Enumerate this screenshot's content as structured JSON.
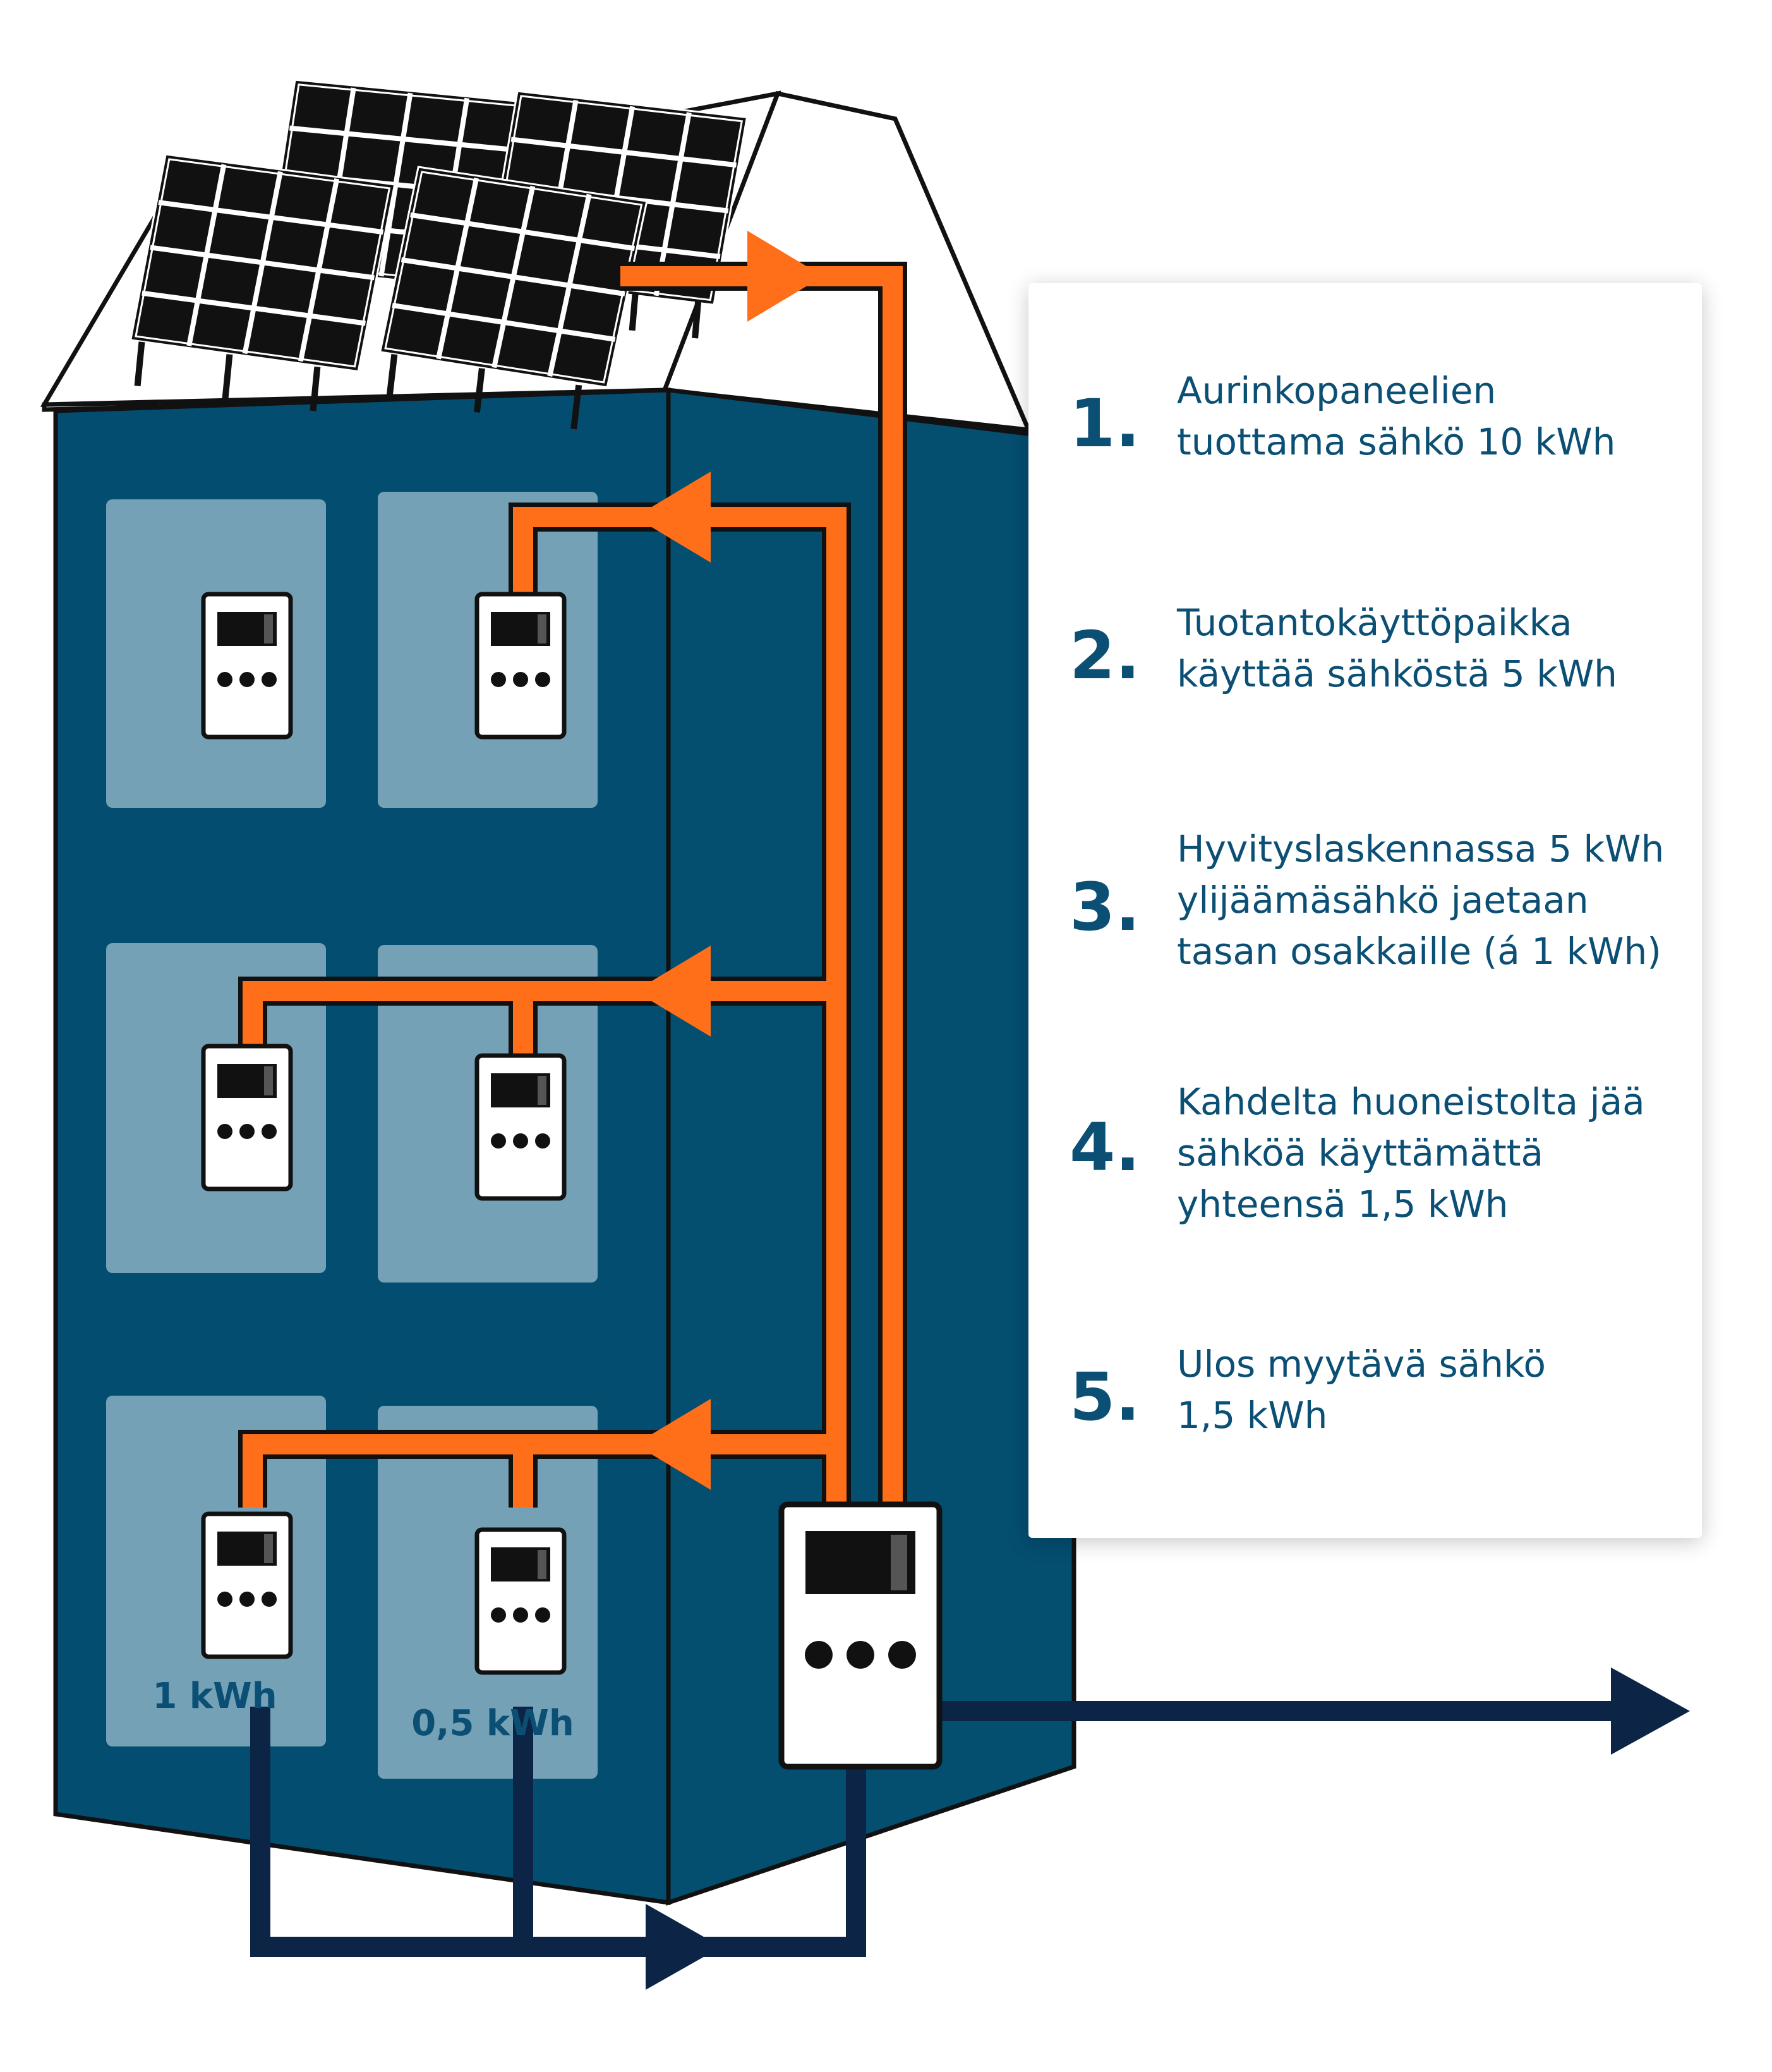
{
  "legend": {
    "steps": [
      {
        "number": "1.",
        "text": "Aurinkopaneelien\ntuottama sähkö 10 kWh"
      },
      {
        "number": "2.",
        "text": "Tuotantokäyttöpaikka\nkäyttää sähköstä 5 kWh"
      },
      {
        "number": "3.",
        "text": "Hyvityslaskennassa 5 kWh\nylijäämäsähkö jaetaan\ntasan osakkaille (á 1 kWh)"
      },
      {
        "number": "4.",
        "text": "Kahdelta huoneistolta jää\nsähköä käyttämättä\nyhteensä 1,5 kWh"
      },
      {
        "number": "5.",
        "text": "Ulos myytävä sähkö\n1,5 kWh"
      }
    ]
  },
  "building": {
    "meter_labels": {
      "left": "1 kWh",
      "right": "0,5 kWh"
    }
  },
  "colors": {
    "building_front": "#034e70",
    "building_side": "#044e70",
    "window": "#75a1b6",
    "solar_flow": "#ff6f1a",
    "grid_flow": "#0c2446",
    "roof": "#ffffff",
    "text": "#0b4f74"
  },
  "icons": [
    "solar-panel-icon",
    "electricity-meter-icon",
    "arrow-icon"
  ]
}
